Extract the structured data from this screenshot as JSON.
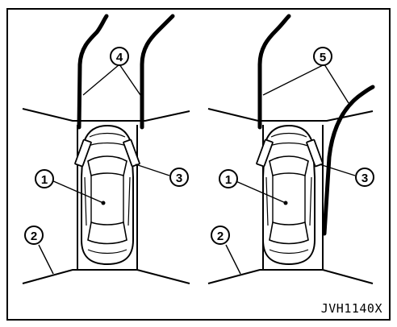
{
  "figure_code": "JVH1140X",
  "panels": [
    {
      "id": "left",
      "callouts": [
        {
          "number": "1",
          "meaning": "vehicle"
        },
        {
          "number": "2",
          "meaning": "parking-line"
        },
        {
          "number": "3",
          "meaning": "side-mirror"
        },
        {
          "number": "4",
          "meaning": "predicted-course-lines"
        }
      ]
    },
    {
      "id": "right",
      "callouts": [
        {
          "number": "1",
          "meaning": "vehicle"
        },
        {
          "number": "2",
          "meaning": "parking-line"
        },
        {
          "number": "3",
          "meaning": "side-mirror"
        },
        {
          "number": "5",
          "meaning": "predicted-course-lines-turning"
        }
      ]
    }
  ],
  "colors": {
    "line": "#000000",
    "background": "#ffffff"
  }
}
